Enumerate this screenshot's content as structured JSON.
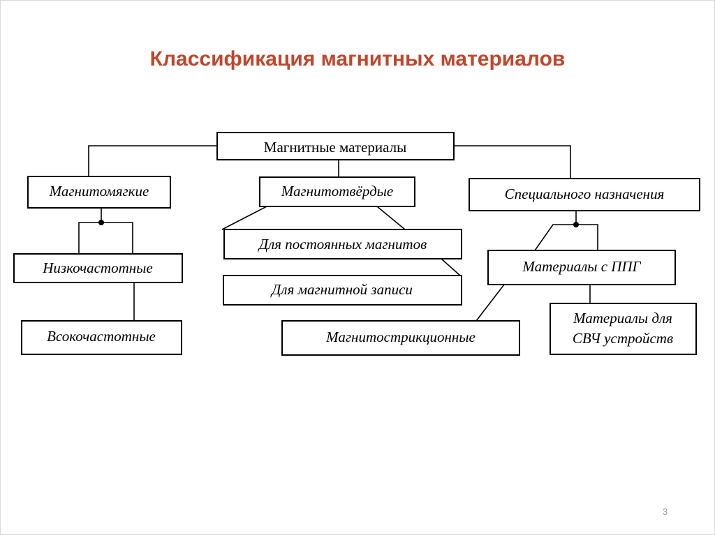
{
  "slide": {
    "title": "Классификация магнитных материалов",
    "page_number": "3",
    "title_color": "#c0462b"
  },
  "diagram": {
    "root": "Магнитные материалы",
    "soft": "Магнитомягкие",
    "hard": "Магнитотвёрдые",
    "special": "Специального назначения",
    "low_freq": "Низкочастотные",
    "high_freq": "Всокочастотные",
    "permanent_magnets": "Для постоянных магнитов",
    "magnetic_recording": "Для магнитной записи",
    "ppg_materials": "Материалы с ППГ",
    "magnetostrictive": "Магнитострикционные",
    "microwave_line1": "Материалы для",
    "microwave_line2": "СВЧ устройств"
  }
}
